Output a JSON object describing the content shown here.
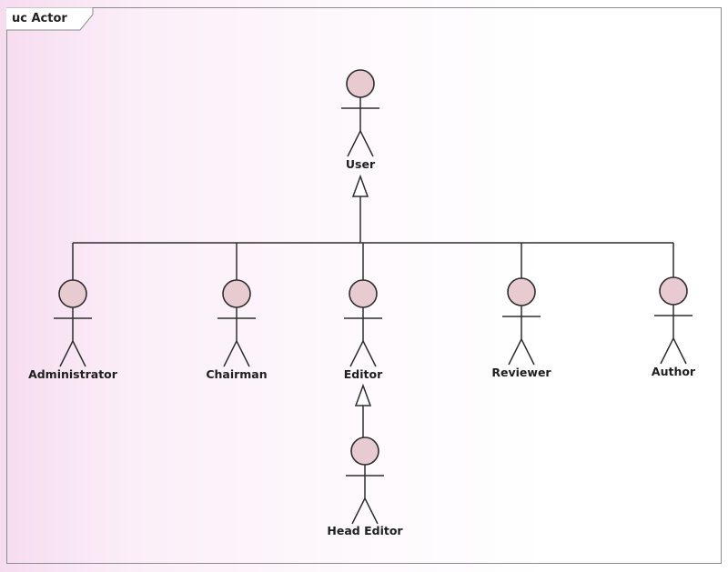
{
  "frame": {
    "title": "uc Actor"
  },
  "actors": [
    {
      "id": "user",
      "label": "User"
    },
    {
      "id": "administrator",
      "label": "Administrator"
    },
    {
      "id": "chairman",
      "label": "Chairman"
    },
    {
      "id": "editor",
      "label": "Editor"
    },
    {
      "id": "reviewer",
      "label": "Reviewer"
    },
    {
      "id": "author",
      "label": "Author"
    },
    {
      "id": "head-editor",
      "label": "Head Editor"
    }
  ],
  "generalizations": [
    {
      "child": "administrator",
      "parent": "user"
    },
    {
      "child": "chairman",
      "parent": "user"
    },
    {
      "child": "editor",
      "parent": "user"
    },
    {
      "child": "reviewer",
      "parent": "user"
    },
    {
      "child": "author",
      "parent": "user"
    },
    {
      "child": "head-editor",
      "parent": "editor"
    }
  ],
  "colors": {
    "actor_fill": "#e8cbd0",
    "stroke": "#2e2e2e"
  }
}
